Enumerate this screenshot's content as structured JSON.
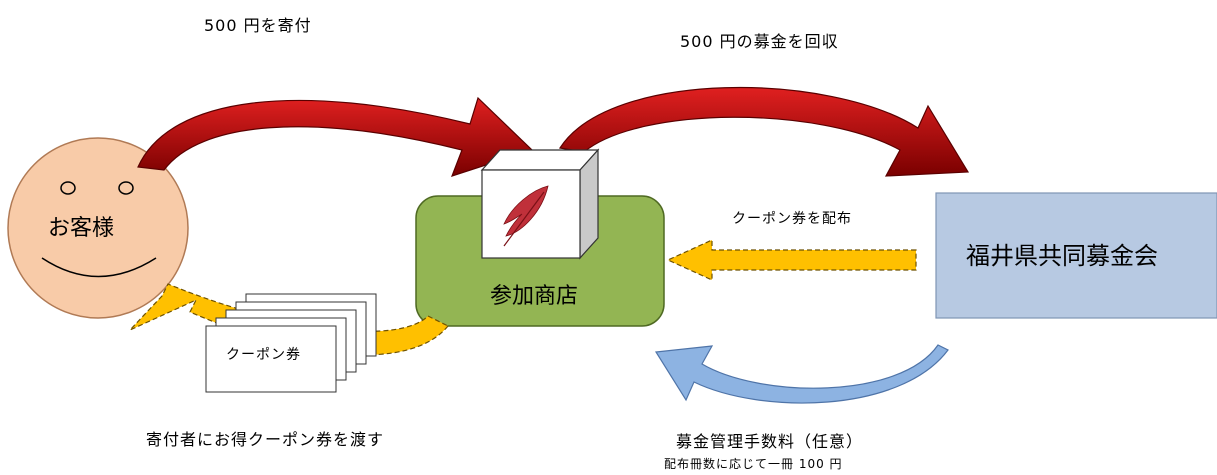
{
  "customer": {
    "label": "お客様"
  },
  "shop": {
    "label": "参加商店"
  },
  "organization": {
    "label": "福井県共同募金会"
  },
  "coupon": {
    "label": "クーポン券"
  },
  "flows": {
    "donation": "500 円を寄付",
    "collection": "500 円の募金を回収",
    "distribute_coupons": "クーポン券を配布",
    "give_coupons": "寄付者にお得クーポン券を渡す",
    "fee": "募金管理手数料（任意）",
    "fee_note": "配布冊数に応じて一冊 100 円"
  },
  "icons": [
    "red-feather-icon",
    "smiley-eyes-icon"
  ],
  "colors": {
    "customer_face": "#f8cba8",
    "shop_box": "#93b553",
    "organization_box": "#b7c9e2",
    "red_arrow": "#c00000",
    "yellow_arrow": "#ffc000",
    "blue_arrow": "#8db3e2",
    "feather": "#c0303a"
  }
}
